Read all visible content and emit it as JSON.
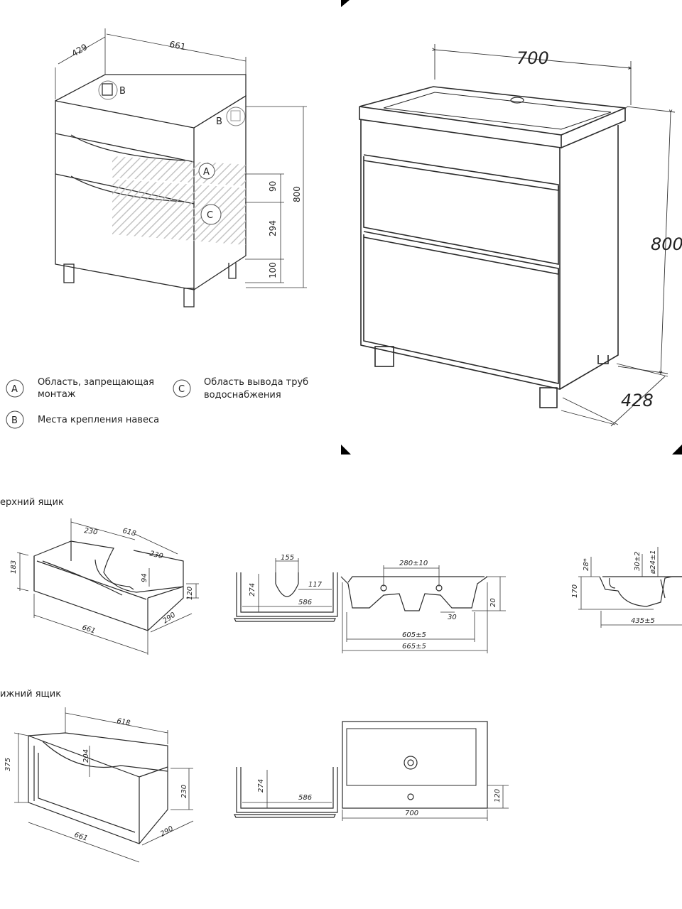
{
  "panel1": {
    "dims": {
      "depth": "429",
      "width": "661",
      "d90": "90",
      "d294": "294",
      "d100": "100",
      "height": "800"
    },
    "markers": {
      "a": "A",
      "b": "B",
      "c": "C"
    },
    "legend": {
      "a_line1": "Область, запрещающая",
      "a_line2": "монтаж",
      "b": "Места крепления навеса",
      "c_line1": "Область вывода труб",
      "c_line2": "водоснабжения"
    }
  },
  "panel2": {
    "dims": {
      "width": "700",
      "height": "800",
      "depth": "428"
    }
  },
  "upper_drawer": {
    "title": "ерхний ящик",
    "dims": {
      "d230a": "230",
      "d618": "618",
      "d230b": "230",
      "d183": "183",
      "d94": "94",
      "d120": "120",
      "d290": "290",
      "d661": "661"
    }
  },
  "upper_drawer_top": {
    "dims": {
      "d155": "155",
      "d274": "274",
      "d117": "117",
      "d586": "586"
    }
  },
  "sink_section": {
    "dims": {
      "d280": "280±10",
      "d20": "20",
      "d30": "30",
      "d605": "605±5",
      "d665": "665±5"
    }
  },
  "sink_side": {
    "dims": {
      "d28": "28*",
      "d30": "30±2",
      "d24": "ø24±1",
      "d170": "170",
      "d435": "435±5"
    }
  },
  "lower_drawer": {
    "title": "ижний ящик",
    "dims": {
      "d618": "618",
      "d375": "375",
      "d204": "204",
      "d230": "230",
      "d290": "290",
      "d661": "661"
    }
  },
  "lower_drawer_top": {
    "dims": {
      "d274": "274",
      "d586": "586"
    }
  },
  "sink_top": {
    "dims": {
      "d700": "700",
      "d120": "120"
    }
  },
  "colors": {
    "line": "#2a2a2a",
    "hatch": "#bdbdbd",
    "black": "#000000"
  }
}
